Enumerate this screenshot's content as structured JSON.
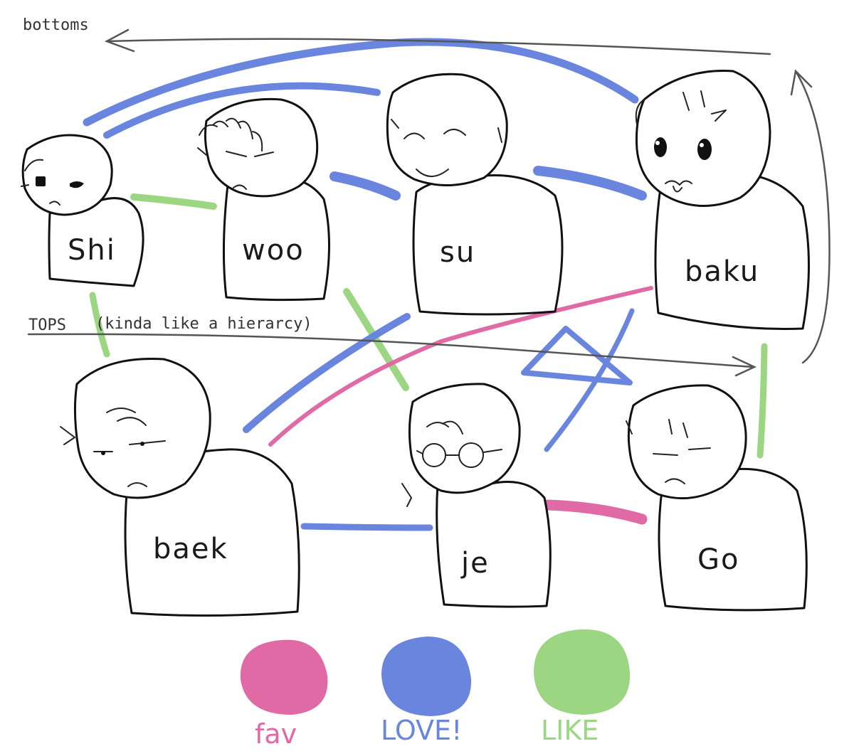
{
  "annotations": {
    "bottoms": "bottoms",
    "tops": "TOPS",
    "hierarchy_note": "(kinda like a hierarcy)"
  },
  "characters": [
    {
      "id": "shi",
      "label": "Shi"
    },
    {
      "id": "woo",
      "label": "woo"
    },
    {
      "id": "su",
      "label": "su"
    },
    {
      "id": "baku",
      "label": "baku"
    },
    {
      "id": "baek",
      "label": "baek"
    },
    {
      "id": "je",
      "label": "je"
    },
    {
      "id": "go",
      "label": "Go"
    }
  ],
  "legend": [
    {
      "label": "fav",
      "color": "#df6aa6"
    },
    {
      "label": "LOVE!",
      "color": "#6a85de"
    },
    {
      "label": "LIKE",
      "color": "#9dd683"
    }
  ],
  "relationships": [
    {
      "from": "shi",
      "to": "woo",
      "type": "LIKE"
    },
    {
      "from": "shi",
      "to": "baek",
      "type": "LIKE"
    },
    {
      "from": "shi",
      "to": "su",
      "type": "LOVE!"
    },
    {
      "from": "shi",
      "to": "baku",
      "type": "LOVE!"
    },
    {
      "from": "woo",
      "to": "su",
      "type": "LOVE!"
    },
    {
      "from": "woo",
      "to": "je",
      "type": "LIKE"
    },
    {
      "from": "su",
      "to": "baku",
      "type": "LOVE!"
    },
    {
      "from": "su",
      "to": "baek",
      "type": "LOVE!"
    },
    {
      "from": "baku",
      "to": "baek",
      "type": "fav"
    },
    {
      "from": "baku",
      "to": "je",
      "type": "LOVE!"
    },
    {
      "from": "baku",
      "to": "go",
      "type": "LIKE"
    },
    {
      "from": "baek",
      "to": "je",
      "type": "LOVE!"
    },
    {
      "from": "je",
      "to": "go",
      "type": "fav"
    }
  ]
}
